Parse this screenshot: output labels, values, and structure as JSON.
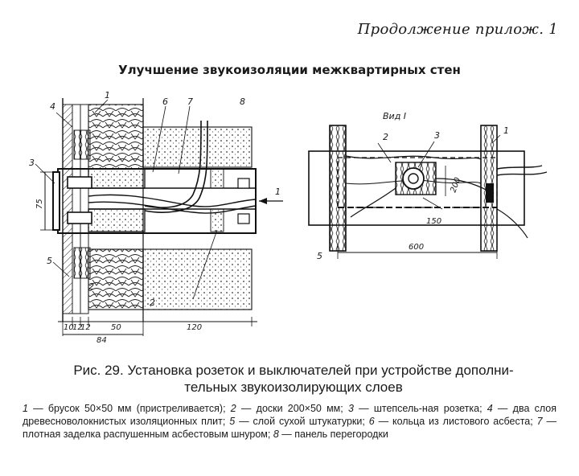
{
  "header": {
    "text": "Продолжение прилож. 1"
  },
  "title": {
    "text": "Улучшение звукоизоляции межквартирных стен"
  },
  "figure": {
    "left": {
      "labels": [
        "1",
        "4",
        "6",
        "7",
        "8",
        "3",
        "1",
        "5",
        "2",
        "2"
      ],
      "dim_vertical": "75",
      "dims_bottom": [
        "10",
        "12",
        "12",
        "50",
        "120"
      ],
      "dim_total": "84"
    },
    "right": {
      "view": "Вид I",
      "labels": [
        "2",
        "3",
        "1",
        "5"
      ],
      "dims": [
        "150",
        "200",
        "600"
      ]
    }
  },
  "caption": {
    "line1": "Рис. 29. Установка розеток и выключателей при устройстве дополни-",
    "line2": "тельных звукоизолирующих слоев"
  },
  "legend": [
    {
      "num": "1",
      "text": "брусок 50×50 мм (пристреливается);"
    },
    {
      "num": "2",
      "text": "доски 200×50 мм;"
    },
    {
      "num": "3",
      "text": "штепсель-ная розетка;"
    },
    {
      "num": "4",
      "text": "два слоя древесноволокнистых изоляционных плит;"
    },
    {
      "num": "5",
      "text": "слой сухой штукатурки;"
    },
    {
      "num": "6",
      "text": "кольца из листового асбеста;"
    },
    {
      "num": "7",
      "text": "плотная заделка распушенным асбестовым шнуром;"
    },
    {
      "num": "8",
      "text": "панель перегородки"
    }
  ]
}
